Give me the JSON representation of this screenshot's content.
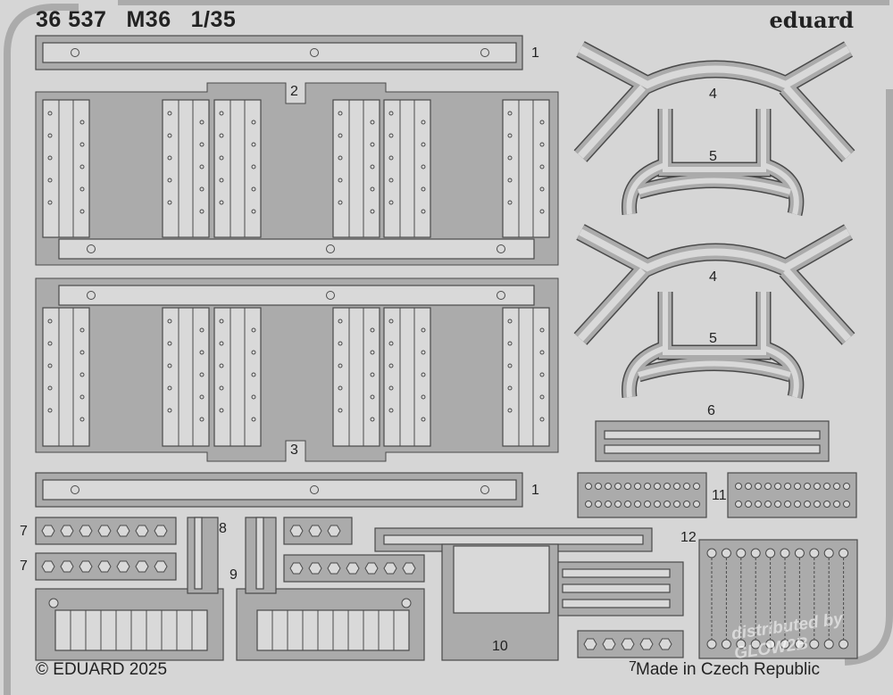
{
  "header": {
    "catalog_number": "36 537",
    "model": "M36",
    "scale": "1/35"
  },
  "brand": "eduard",
  "part_labels": {
    "p1a": "1",
    "p1b": "1",
    "p2": "2",
    "p3": "3",
    "p4a": "4",
    "p4b": "4",
    "p5a": "5",
    "p5b": "5",
    "p6": "6",
    "p7a": "7",
    "p7b": "7",
    "p8": "8",
    "p9": "9",
    "p10": "10",
    "p11": "11",
    "p12": "12",
    "p7c": "7"
  },
  "footer": {
    "copyright": "© EDUARD 2025",
    "origin": "Made in Czech Republic"
  },
  "watermark": "distributed by GLOW2B",
  "colors": {
    "background": "#d6d6d6",
    "fret": "#ababab",
    "part": "#d9d9d9",
    "outline": "#4a4a4a"
  }
}
